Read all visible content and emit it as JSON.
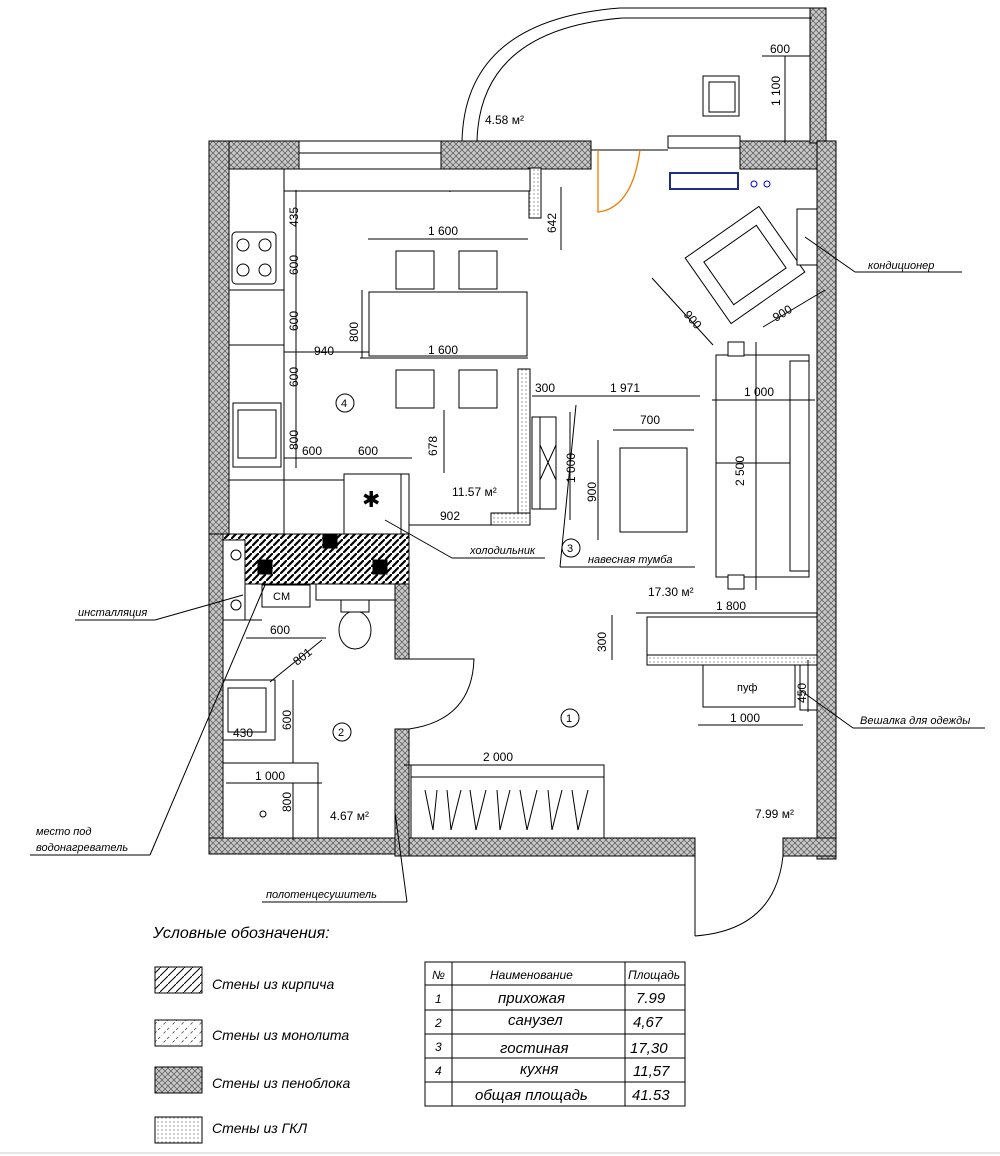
{
  "balcony_area": "4.58 м²",
  "room_areas": {
    "kitchen": "11.57 м²",
    "living": "17.30 м²",
    "bathroom": "4.67 м²",
    "hall": "7.99 м²"
  },
  "room_numbers": [
    "1",
    "2",
    "3",
    "4"
  ],
  "fixture_labels": {
    "cm": "CM",
    "pouf": "пуф"
  },
  "dimensions": {
    "balcony_width": "600",
    "balcony_height": "1 100",
    "kitchen_top": "435",
    "kitchen_a": "600",
    "kitchen_b": "600",
    "kitchen_c": "600",
    "kitchen_d": "800",
    "kitchen_642": "642",
    "table_width_top": "1 600",
    "table_width_bottom": "1 600",
    "table_depth": "800",
    "kitchen_940": "940",
    "kitchen_678": "678",
    "kitchen_bottom_a": "600",
    "kitchen_bottom_b": "600",
    "fridge_902": "902",
    "chair_900_a": "900",
    "chair_900_b": "900",
    "living_300": "300",
    "living_1971": "1 971",
    "sofa_1000_top": "1 000",
    "table_700": "700",
    "tv_1000": "1 000",
    "table_900": "900",
    "sofa_2500": "2 500",
    "shelf_1800": "1 800",
    "hall_300": "300",
    "pouf_450": "450",
    "pouf_1000": "1 000",
    "wardrobe_2000": "2 000",
    "bath_600_top": "600",
    "bath_801": "801",
    "bath_600_side": "600",
    "bath_430": "430",
    "bath_1000": "1 000",
    "bath_800": "800"
  },
  "callouts": {
    "air_conditioner": "кондиционер",
    "fridge": "холодильник",
    "hanging_cabinet": "навесная тумба",
    "installation": "инсталляция",
    "coat_rack": "Вешалка для одежды",
    "water_heater_line1": "место под",
    "water_heater_line2": "водонагреватель",
    "towel_dryer": "полотенцесушитель"
  },
  "legend": {
    "title": "Условные обозначения:",
    "items": [
      {
        "pattern": "brick",
        "label": "Стены из кирпича"
      },
      {
        "pattern": "monolith",
        "label": "Стены из монолита"
      },
      {
        "pattern": "foam-block",
        "label": "Стены из пеноблока"
      },
      {
        "pattern": "drywall",
        "label": "Стены из ГКЛ"
      }
    ]
  },
  "area_table": {
    "headers": [
      "№",
      "Наименование",
      "Площадь"
    ],
    "rows": [
      {
        "num": "1",
        "name": "прихожая",
        "area": "7.99"
      },
      {
        "num": "2",
        "name": "санузел",
        "area": "4,67"
      },
      {
        "num": "3",
        "name": "гостиная",
        "area": "17,30"
      },
      {
        "num": "4",
        "name": "кухня",
        "area": "11,57"
      }
    ],
    "total": {
      "name": "общая площадь",
      "area": "41.53"
    }
  },
  "colors": {
    "line": "#000000",
    "wall_fill": "#bfbfbf",
    "door_accent": "#f07d00",
    "window_blue": "#0000cc",
    "radiator_blue": "#1f2d8c"
  }
}
